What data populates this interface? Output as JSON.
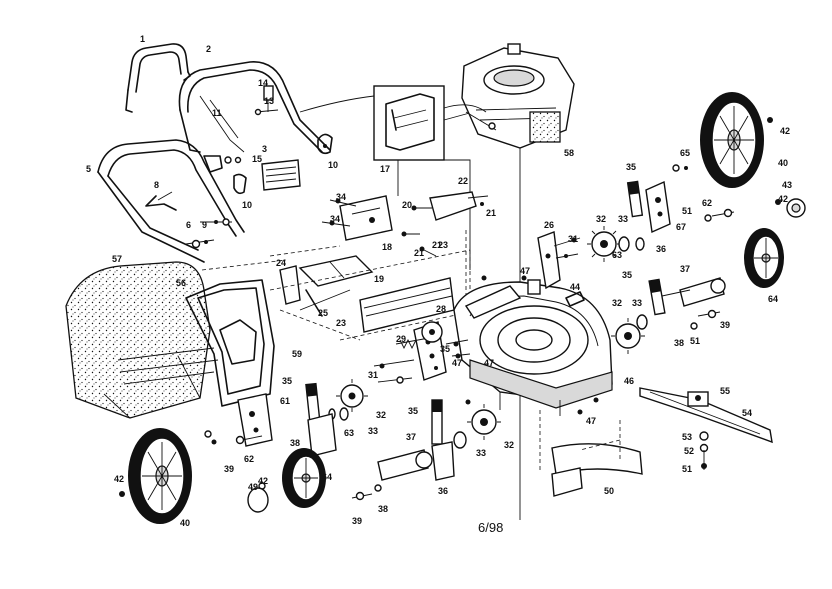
{
  "date_code": "6/98",
  "callouts": [
    "1",
    "2",
    "3",
    "5",
    "6",
    "8",
    "9",
    "10",
    "10",
    "11",
    "13",
    "14",
    "15",
    "17",
    "18",
    "19",
    "20",
    "21",
    "21",
    "21",
    "22",
    "23",
    "23",
    "24",
    "25",
    "26",
    "28",
    "29",
    "31",
    "31",
    "32",
    "32",
    "32",
    "32",
    "33",
    "33",
    "33",
    "33",
    "34",
    "34",
    "35",
    "35",
    "35",
    "35",
    "35",
    "36",
    "36",
    "37",
    "37",
    "38",
    "38",
    "38",
    "39",
    "39",
    "39",
    "40",
    "40",
    "42",
    "42",
    "42",
    "42",
    "43",
    "44",
    "46",
    "47",
    "47",
    "47",
    "47",
    "49",
    "50",
    "51",
    "51",
    "51",
    "52",
    "53",
    "54",
    "55",
    "56",
    "57",
    "58",
    "59",
    "61",
    "62",
    "62",
    "63",
    "63",
    "64",
    "64",
    "65",
    "67"
  ]
}
